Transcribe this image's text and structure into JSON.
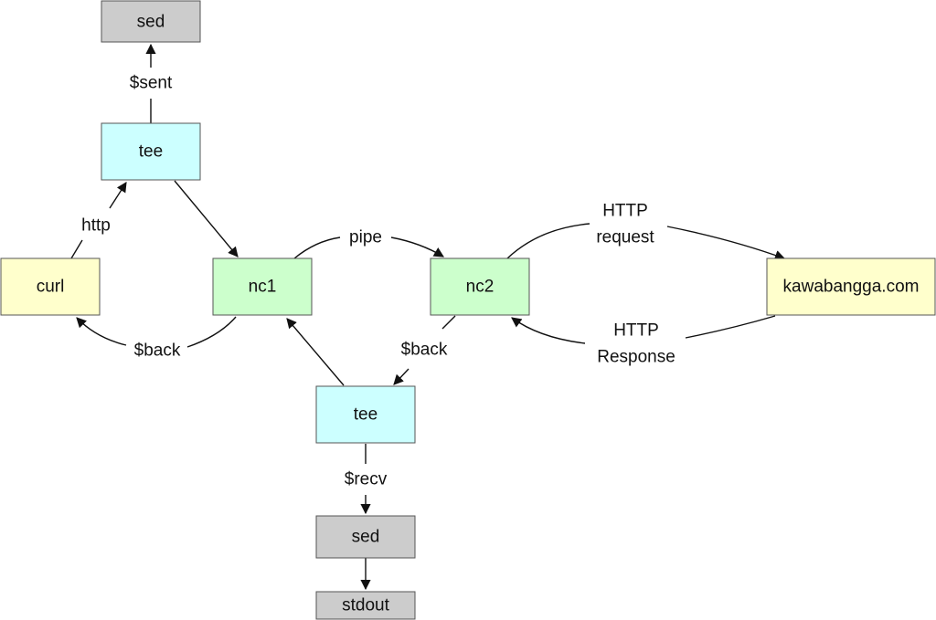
{
  "colors": {
    "gray": "#cccccc",
    "cyan": "#ccffff",
    "green": "#ccffcc",
    "yellow": "#ffffcc",
    "stroke": "#555555",
    "edge": "#111111"
  },
  "nodes": {
    "sed_top": "sed",
    "tee_top": "tee",
    "curl": "curl",
    "nc1": "nc1",
    "nc2": "nc2",
    "kawabangga": "kawabangga.com",
    "tee_bottom": "tee",
    "sed_bottom": "sed",
    "stdout": "stdout"
  },
  "edges": {
    "sent": "$sent",
    "http": "http",
    "pipe": "pipe",
    "http_request_line1": "HTTP",
    "http_request_line2": "request",
    "http_response_line1": "HTTP",
    "http_response_line2": "Response",
    "back_left": "$back",
    "back_right": "$back",
    "recv": "$recv"
  }
}
